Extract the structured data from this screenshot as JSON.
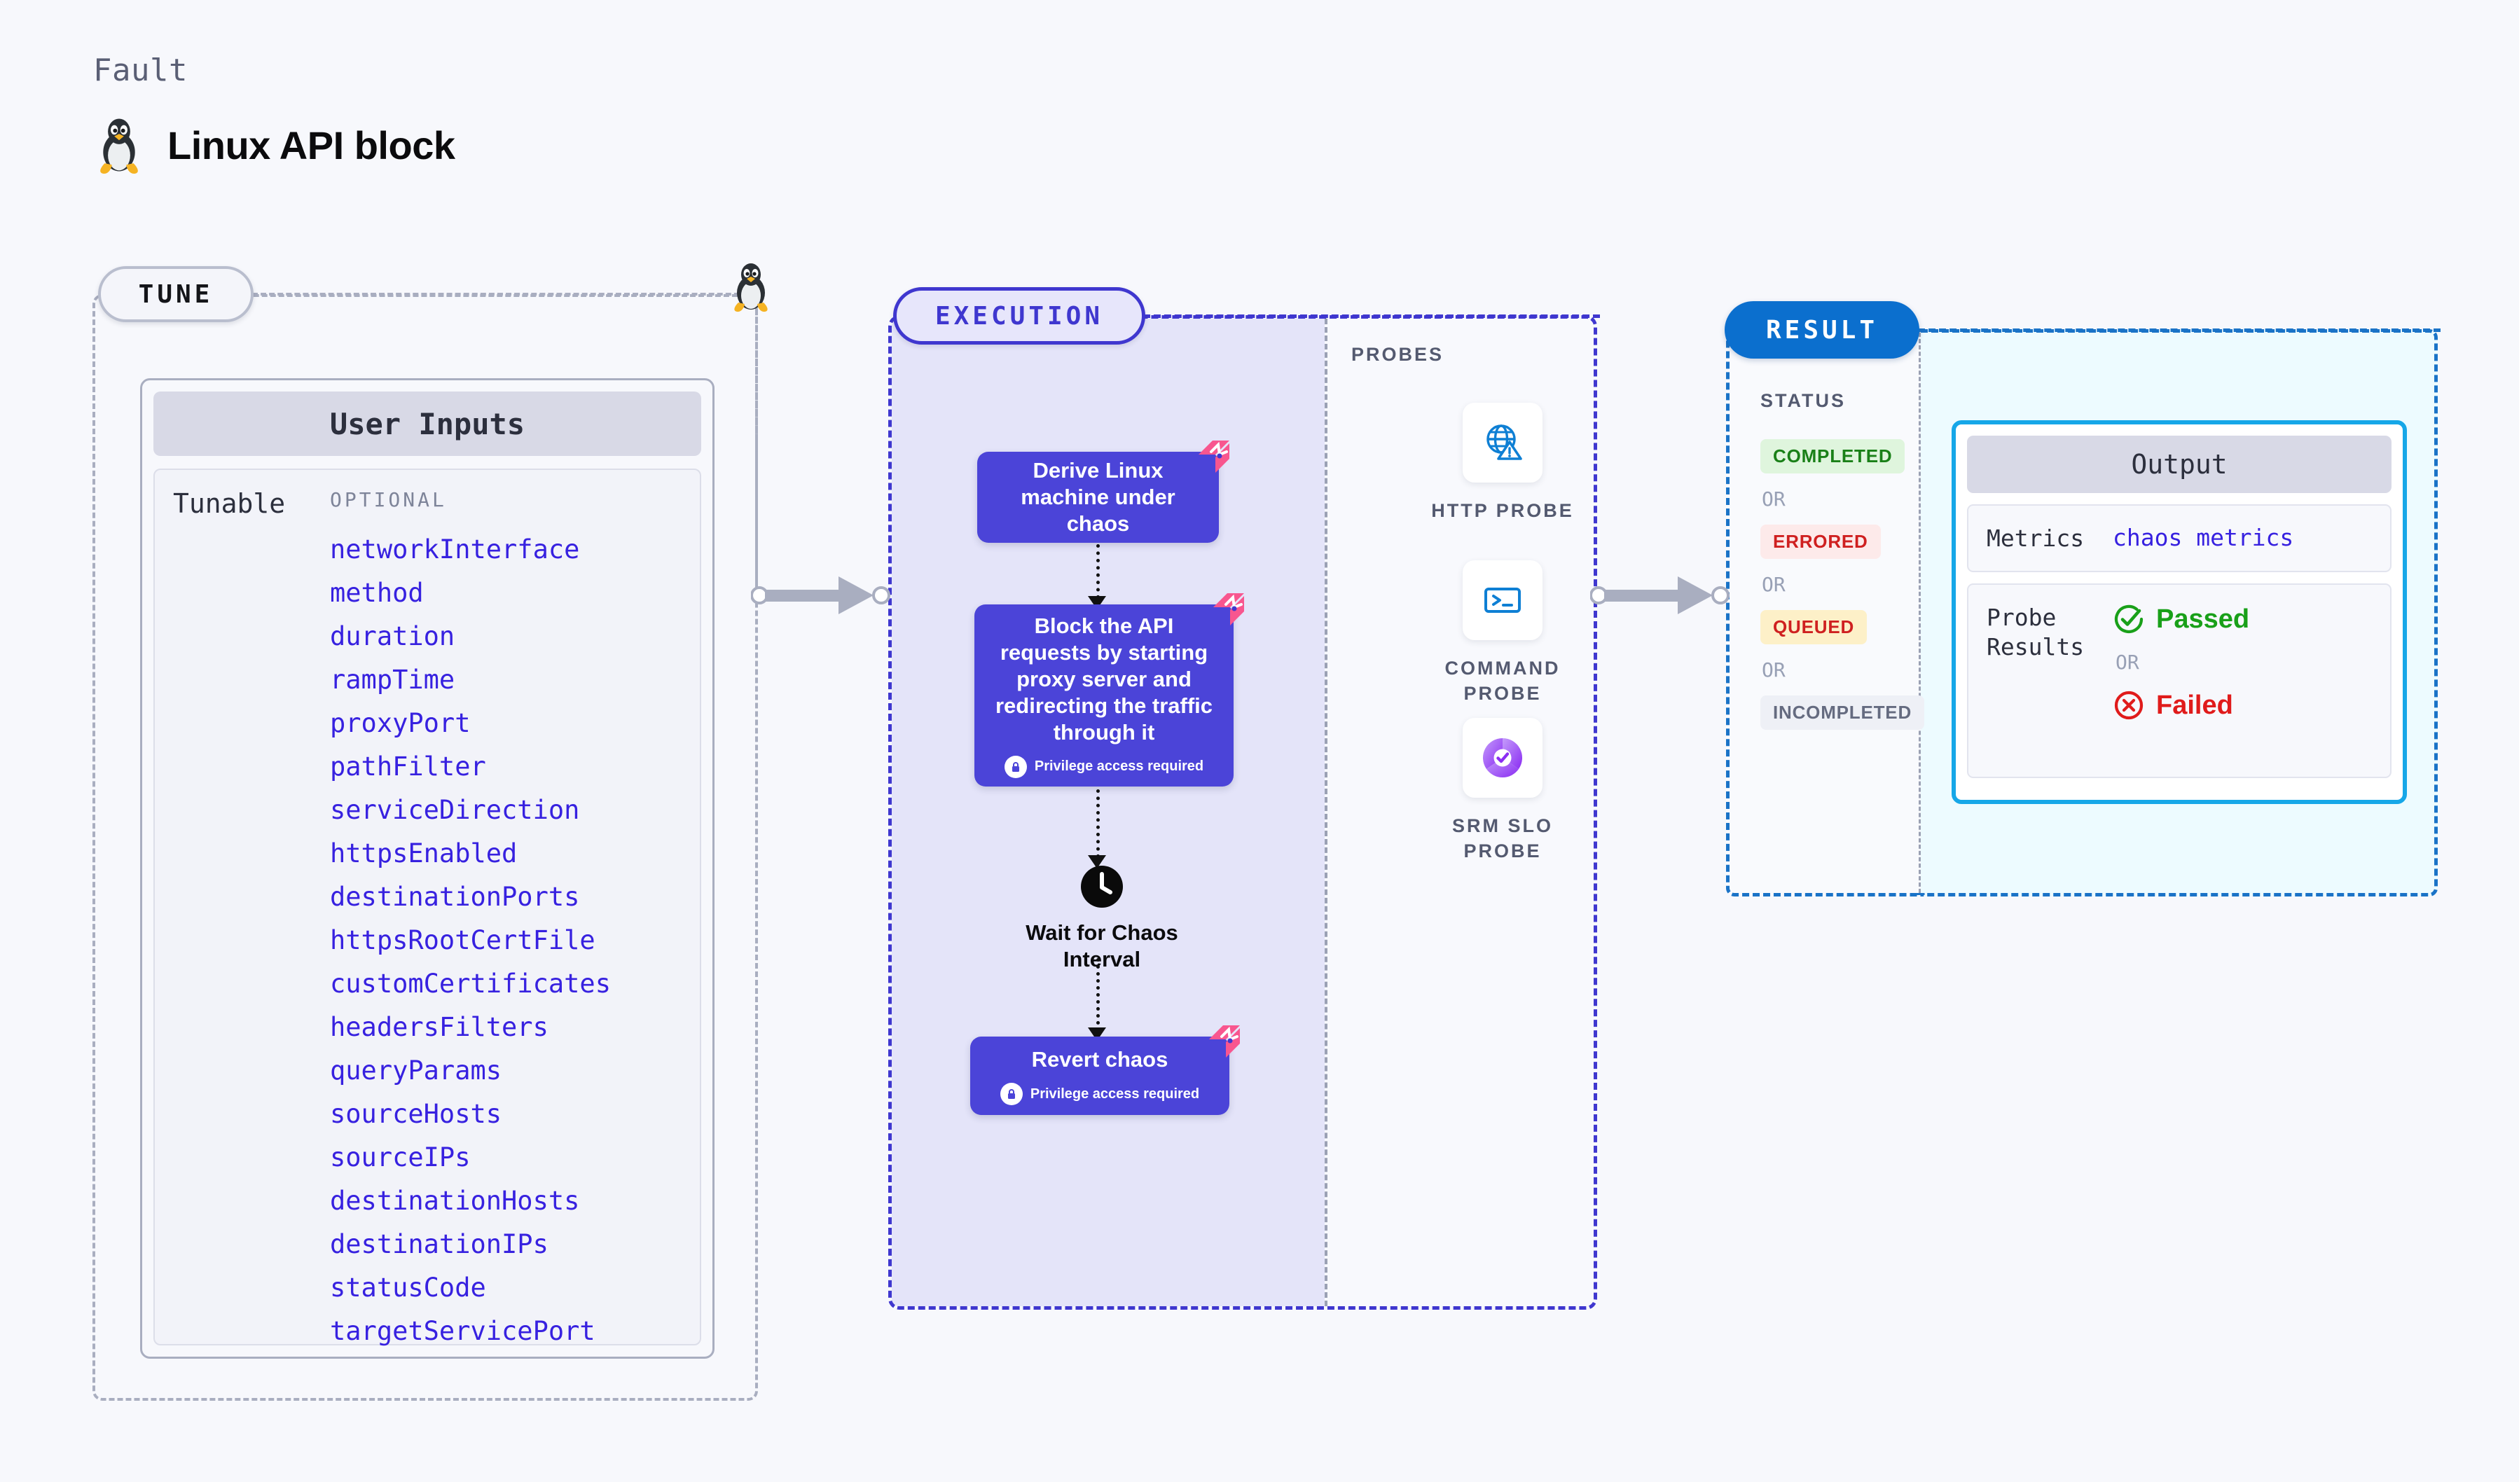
{
  "header": {
    "kicker": "Fault",
    "title": "Linux API block",
    "icon": "linux-tux-icon"
  },
  "tune": {
    "pill_label": "TUNE",
    "card_title": "User Inputs",
    "tunable_label": "Tunable",
    "optional_label": "OPTIONAL",
    "params": [
      "networkInterface",
      "method",
      "duration",
      "rampTime",
      "proxyPort",
      "pathFilter",
      "serviceDirection",
      "httpsEnabled",
      "destinationPorts",
      "httpsRootCertFile",
      "customCertificates",
      "headersFilters",
      "queryParams",
      "sourceHosts",
      "sourceIPs",
      "destinationHosts",
      "destinationIPs",
      "statusCode",
      "targetServicePort"
    ]
  },
  "execution": {
    "pill_label": "EXECUTION",
    "nodes": [
      {
        "title": "Derive Linux machine under chaos",
        "privilege": null
      },
      {
        "title": "Block the API requests by starting proxy server and redirecting the traffic through it",
        "privilege": "Privilege access required"
      },
      {
        "title": "Wait for Chaos Interval",
        "privilege": null
      },
      {
        "title": "Revert chaos",
        "privilege": "Privilege access required"
      }
    ]
  },
  "probes": {
    "title": "PROBES",
    "items": [
      {
        "label": "HTTP PROBE",
        "icon": "globe-warning-icon"
      },
      {
        "label": "COMMAND PROBE",
        "icon": "terminal-icon"
      },
      {
        "label": "SRM SLO PROBE",
        "icon": "slo-donut-check-icon"
      }
    ]
  },
  "result": {
    "pill_label": "RESULT",
    "status_title": "STATUS",
    "or_label": "OR",
    "statuses": [
      {
        "label": "COMPLETED",
        "tone": "completed"
      },
      {
        "label": "ERRORED",
        "tone": "errored"
      },
      {
        "label": "QUEUED",
        "tone": "queued"
      },
      {
        "label": "INCOMPLETED",
        "tone": "incompleted"
      }
    ],
    "output": {
      "title": "Output",
      "metrics_key": "Metrics",
      "metrics_value": "chaos metrics",
      "probe_key": "Probe Results",
      "passed_label": "Passed",
      "failed_label": "Failed",
      "or_label": "OR"
    }
  },
  "colors": {
    "accent_indigo": "#4b44d8",
    "accent_blue": "#0b6fce",
    "accent_cyan": "#16a7e8",
    "badge_pink": "#f8568f",
    "param_text": "#3721e0",
    "exec_bg": "#e4e4f9",
    "page_bg": "#f7f8fc"
  }
}
